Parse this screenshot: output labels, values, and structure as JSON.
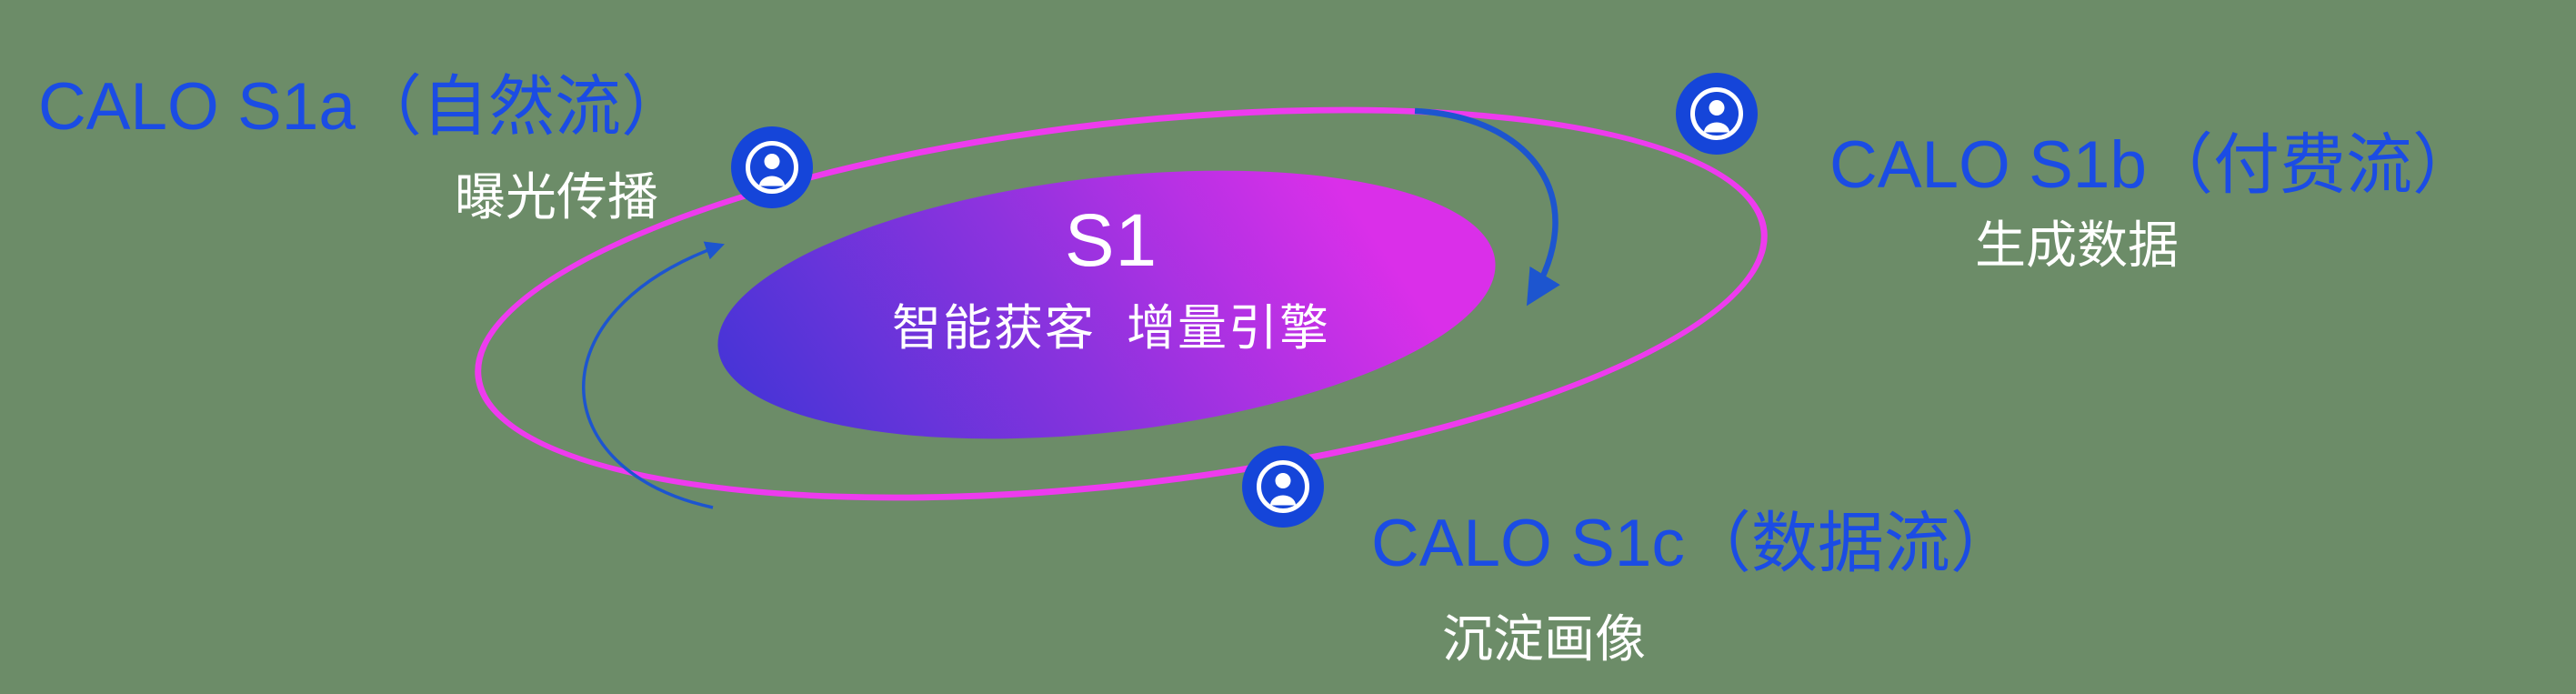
{
  "background": {
    "color": "#6c8c68"
  },
  "colors": {
    "accent_blue": "#1b4ce4",
    "magenta": "#ee3bee",
    "icon_blue": "#1545d9",
    "arrow_blue": "#1d55cf",
    "core_gradient_start": "#4334d6",
    "core_gradient_end": "#da2fe9"
  },
  "core": {
    "title": "S1",
    "subtitle": "智能获客  增量引擎"
  },
  "nodes": [
    {
      "id": "s1a",
      "title": "CALO S1a（自然流）",
      "subtitle": "曝光传播",
      "icon": "user-icon"
    },
    {
      "id": "s1b",
      "title": "CALO S1b（付费流）",
      "subtitle": "生成数据",
      "icon": "user-icon"
    },
    {
      "id": "s1c",
      "title": "CALO S1c（数据流）",
      "subtitle": "沉淀画像",
      "icon": "user-icon"
    }
  ]
}
